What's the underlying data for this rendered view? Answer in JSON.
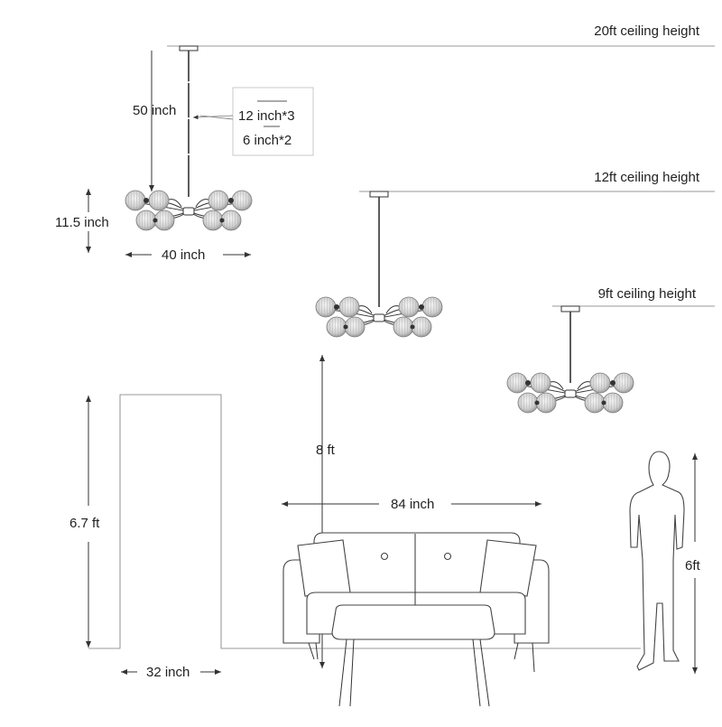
{
  "ceilings": {
    "c20": "20ft ceiling height",
    "c12": "12ft ceiling height",
    "c9": "9ft ceiling height"
  },
  "dims": {
    "drop": "50 inch",
    "height": "11.5 inch",
    "width": "40 inch",
    "rods_a": "12 inch*3",
    "rods_b": "6 inch*2",
    "hang": "8 ft",
    "sofa": "84 inch",
    "door_h": "6.7 ft",
    "door_w": "32 inch",
    "person": "6ft"
  },
  "icons": [
    "chandelier-icon",
    "sofa-icon",
    "coffee-table-icon",
    "person-silhouette-icon",
    "door-outline-icon"
  ]
}
